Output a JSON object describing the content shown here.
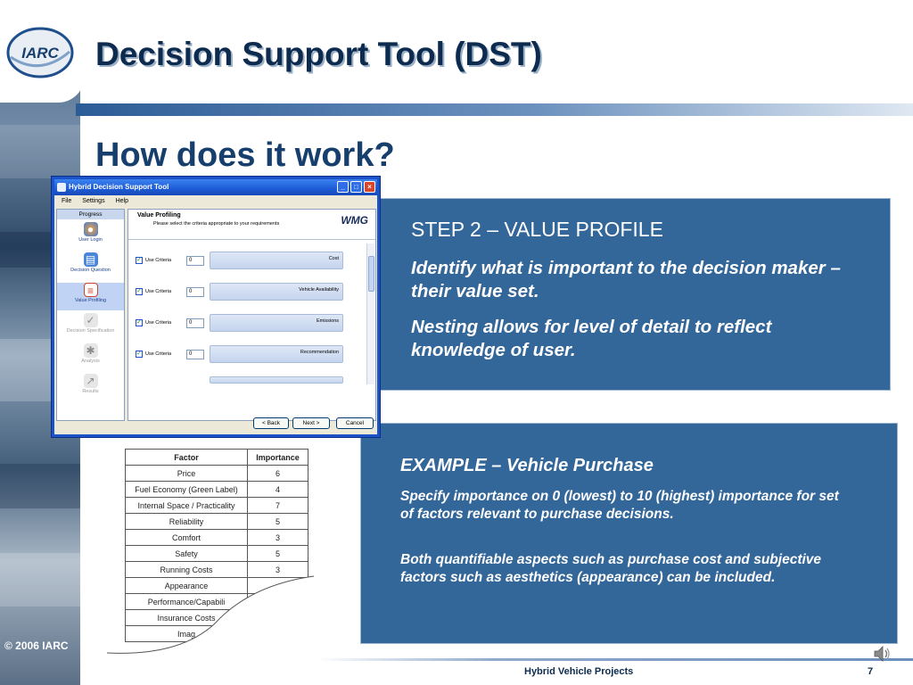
{
  "brand": {
    "logo_text": "IARC"
  },
  "header": {
    "title": "Decision Support Tool (DST)",
    "subtitle": "How does it work?"
  },
  "app_window": {
    "title": "Hybrid Decision Support Tool",
    "menu": [
      "File",
      "Settings",
      "Help"
    ],
    "progress": {
      "heading": "Progress",
      "steps": [
        {
          "label": "User Login",
          "icon": "globe-icon",
          "state": "done"
        },
        {
          "label": "Decision Question",
          "icon": "book-icon",
          "state": "done"
        },
        {
          "label": "Value Profiling",
          "icon": "clipboard-icon",
          "state": "active"
        },
        {
          "label": "Decision Specification",
          "icon": "checklist-icon",
          "state": "pending"
        },
        {
          "label": "Analysis",
          "icon": "gears-icon",
          "state": "pending"
        },
        {
          "label": "Results",
          "icon": "chart-icon",
          "state": "pending"
        }
      ]
    },
    "panel": {
      "title": "Value Profiling",
      "description": "Please select the criteria appropriate to your requirements",
      "logo_text": "WMG",
      "criteria": [
        {
          "use_label": "Use Criteria",
          "value": "0",
          "name": "Cost",
          "checked": true
        },
        {
          "use_label": "Use Criteria",
          "value": "0",
          "name": "Vehicle Availability",
          "checked": true
        },
        {
          "use_label": "Use Criteria",
          "value": "0",
          "name": "Emissions",
          "checked": true
        },
        {
          "use_label": "Use Criteria",
          "value": "0",
          "name": "Recommendation",
          "checked": true
        }
      ]
    },
    "buttons": {
      "back": "< Back",
      "next": "Next >",
      "cancel": "Cancel"
    }
  },
  "step_box": {
    "title": "STEP 2 – VALUE PROFILE",
    "para1": "Identify what is important to the decision maker – their value set.",
    "para2": "Nesting allows for level of detail to reflect knowledge of user."
  },
  "example_box": {
    "title": "EXAMPLE – Vehicle Purchase",
    "para1": "Specify importance on 0 (lowest) to 10 (highest) importance for set of factors relevant to purchase decisions.",
    "para2": "Both quantifiable aspects such as purchase cost and subjective factors such as aesthetics (appearance) can be included."
  },
  "table": {
    "headers": [
      "Factor",
      "Importance"
    ],
    "rows": [
      [
        "Price",
        "6"
      ],
      [
        "Fuel Economy (Green Label)",
        "4"
      ],
      [
        "Internal Space / Practicality",
        "7"
      ],
      [
        "Reliability",
        "5"
      ],
      [
        "Comfort",
        "3"
      ],
      [
        "Safety",
        "5"
      ],
      [
        "Running Costs",
        "3"
      ],
      [
        "Appearance",
        ""
      ],
      [
        "Performance/Capabili",
        ""
      ],
      [
        "Insurance Costs",
        ""
      ],
      [
        "Imag",
        ""
      ]
    ]
  },
  "footer": {
    "copyright": "© 2006 IARC",
    "center": "Hybrid Vehicle Projects",
    "page": "7"
  }
}
